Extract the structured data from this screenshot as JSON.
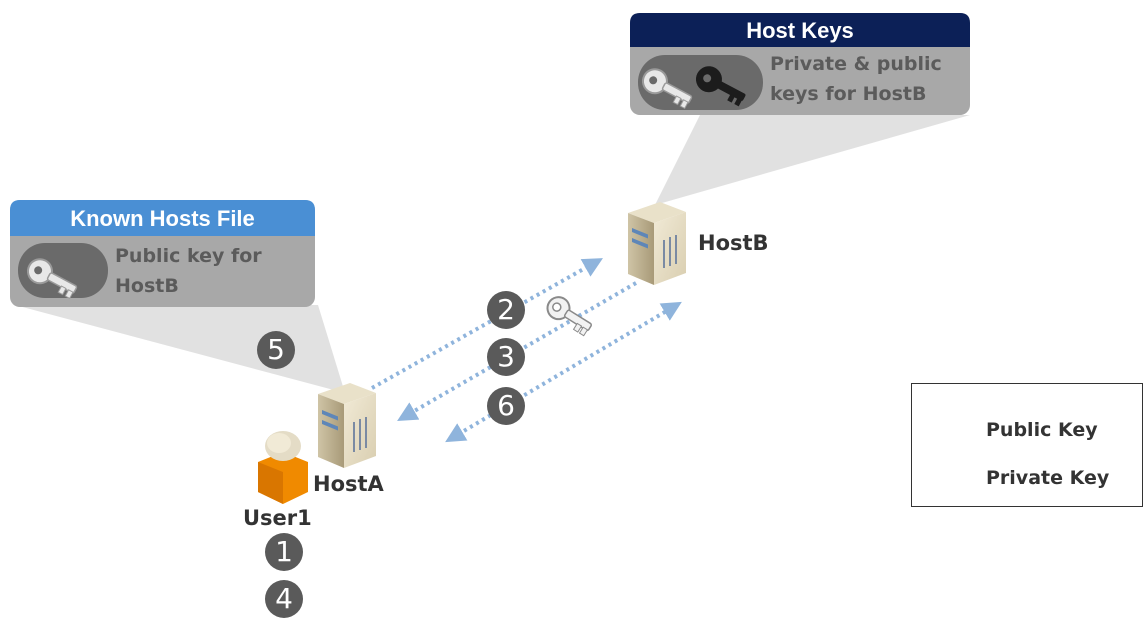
{
  "host_keys_callout": {
    "title": "Host Keys",
    "text_line1": "Private & public",
    "text_line2": "keys for HostB"
  },
  "known_hosts_callout": {
    "title": "Known Hosts File",
    "text_line1": "Public key for",
    "text_line2": "HostB"
  },
  "hosts": {
    "host_a": "HostA",
    "host_b": "HostB",
    "user": "User1"
  },
  "steps": [
    "1",
    "2",
    "3",
    "4",
    "5",
    "6"
  ],
  "legend": {
    "public_key": "Public Key",
    "private_key": "Private Key"
  },
  "colors": {
    "host_keys_header": "#0c2057",
    "known_hosts_header": "#4a8fd4",
    "callout_body": "#a8a8a8",
    "arrow": "#8fb4dc",
    "step_badge": "#5a5a5a",
    "user_body": "#f08a00"
  }
}
